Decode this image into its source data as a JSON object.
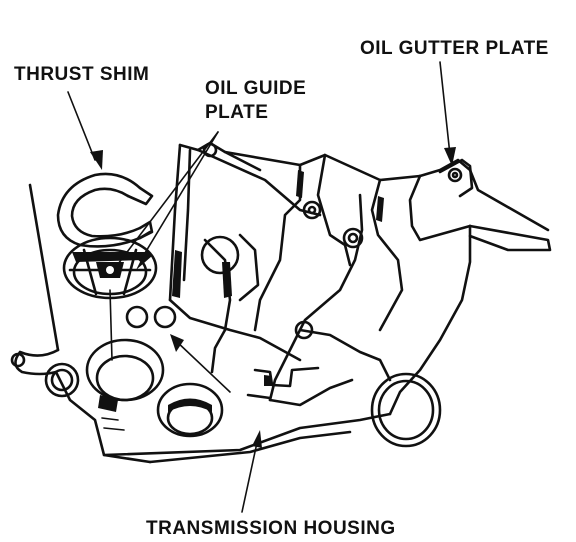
{
  "labels": {
    "thrust_shim": "THRUST SHIM",
    "oil_guide_plate_line1": "OIL GUIDE",
    "oil_guide_plate_line2": "PLATE",
    "oil_gutter_plate": "OIL GUTTER PLATE",
    "transmission_housing": "TRANSMISSION HOUSING"
  },
  "colors": {
    "ink": "#111111",
    "paper": "#ffffff"
  }
}
